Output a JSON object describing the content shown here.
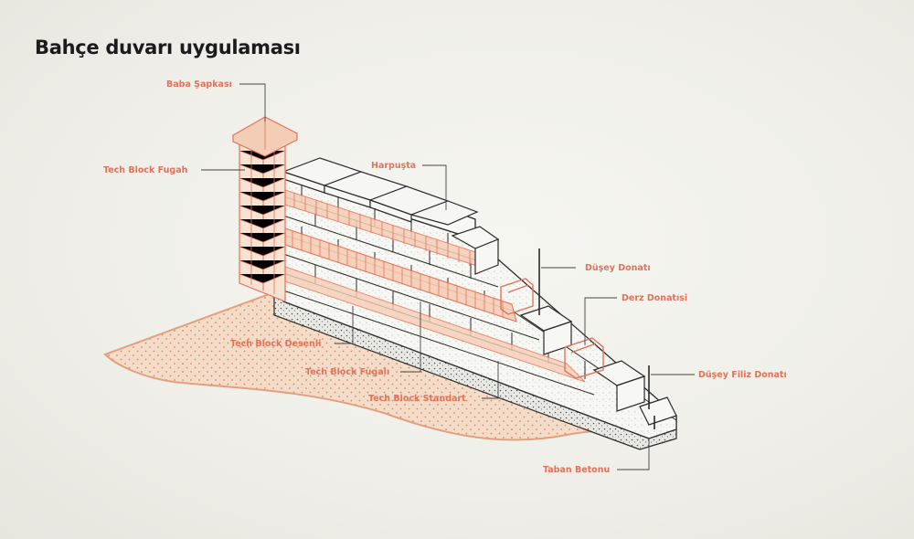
{
  "title": "Bahçe duvarı uygulaması",
  "colors": {
    "accent": "#e0735a",
    "outline": "#2a2a2a",
    "ground": "#f3d9c4"
  },
  "labels": {
    "baba_sapkasi": "Baba Şapkası",
    "tech_block_fugah_top": "Tech Block Fugah",
    "harpusta": "Harpuşta",
    "dusey_donati": "Düşey Donatı",
    "derz_donatisi": "Derz Donatısi",
    "dusey_filiz_donati": "Düşey Filiz Donatı",
    "tech_block_desenli": "Tech Block Desenli",
    "tech_block_fugali": "Tech Block Fugalı",
    "tech_block_standart": "Tech Block Standart",
    "taban_betonu": "Taban Betonu"
  }
}
